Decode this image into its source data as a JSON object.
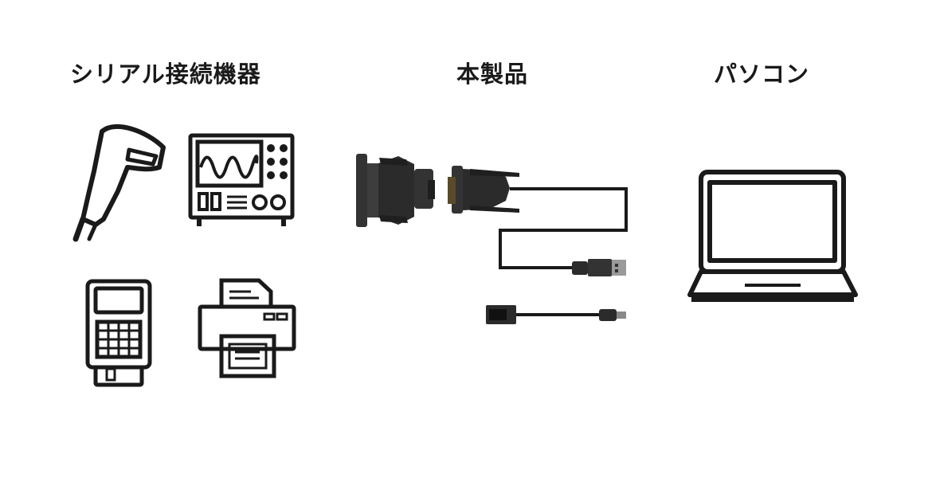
{
  "headings": {
    "serial_devices": "シリアル接続機器",
    "product": "本製品",
    "pc": "パソコン"
  },
  "icons": {
    "barcode_scanner": "barcode-scanner-icon",
    "oscilloscope": "oscilloscope-icon",
    "payment_terminal": "payment-terminal-icon",
    "printer": "printer-icon",
    "serial_adapter": "db25-db9-adapter-image",
    "usb_cable": "usb-serial-cable-image",
    "otg_cable": "usb-otg-cable-image",
    "laptop": "laptop-icon"
  },
  "colors": {
    "line": "#1a1a1a",
    "product_body": "#2b2b2b"
  }
}
